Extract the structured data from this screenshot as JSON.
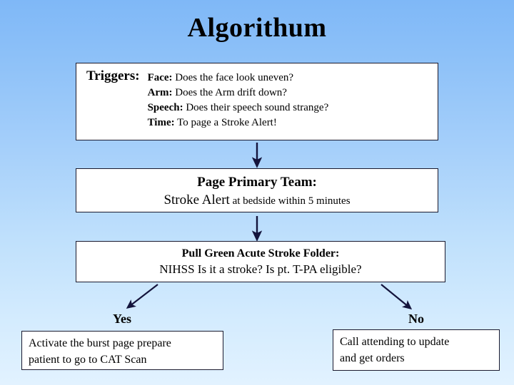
{
  "slide": {
    "title": "Algorithum",
    "background": {
      "top_color": "#7fb8f7",
      "bottom_color": "#e2f2ff"
    },
    "arrow_color": "#14143c",
    "box_border_color": "#1a1a2e",
    "box_fill_color": "#ffffff"
  },
  "triggers": {
    "label": "Triggers:",
    "items": [
      {
        "key": "Face:",
        "text": "Does the face look uneven?"
      },
      {
        "key": "Arm:",
        "text": "Does the Arm drift down?"
      },
      {
        "key": "Speech:",
        "text": "Does their speech sound strange?"
      },
      {
        "key": "Time:",
        "text": "To page a Stroke Alert!"
      }
    ]
  },
  "page_team": {
    "heading": "Page Primary Team:",
    "detail_emphasis": "Stroke Alert",
    "detail_rest": " at bedside within 5 minutes"
  },
  "folder": {
    "heading": "Pull Green Acute Stroke Folder:",
    "detail": "NIHSS  Is it a stroke? Is pt. T-PA eligible?"
  },
  "branches": {
    "yes": {
      "label": "Yes",
      "outcome_line_1": "Activate the burst page prepare",
      "outcome_line_2": "patient to go to CAT Scan"
    },
    "no": {
      "label": "No",
      "outcome_line_1": "Call attending to update",
      "outcome_line_2": "and get orders"
    }
  }
}
